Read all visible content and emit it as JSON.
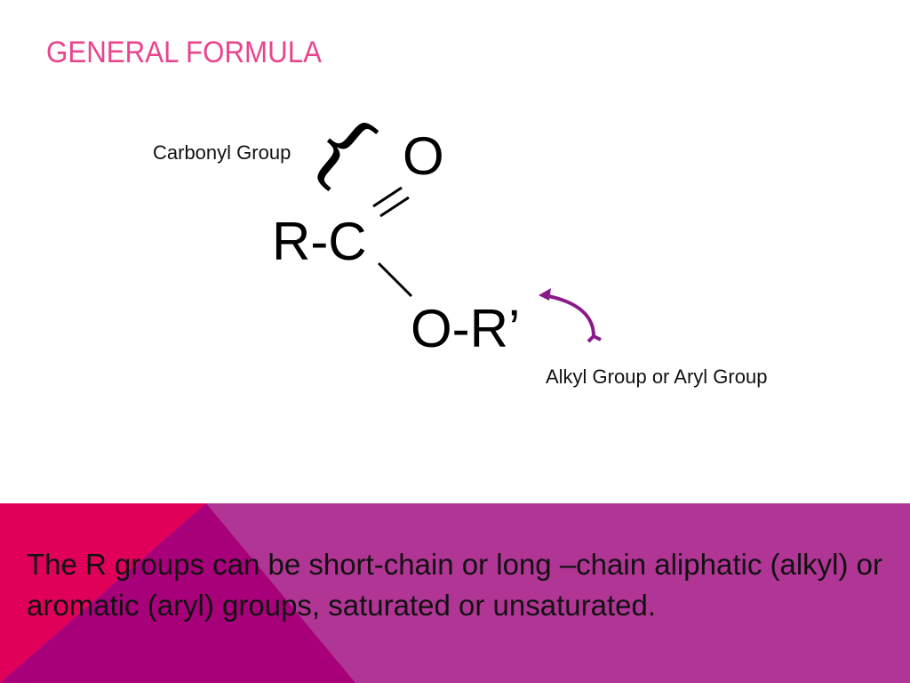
{
  "slide": {
    "title": "GENERAL FORMULA",
    "title_color": "#e8458f",
    "band_colors": {
      "left": "#e0005a",
      "mid": "#a8007a",
      "right": "#b03595"
    },
    "arrow_color": "#8b1a8b"
  },
  "diagram": {
    "carbonyl_label": "Carbonyl Group",
    "oxygen": "O",
    "rc": "R-C",
    "or": "O-R’",
    "alkyl_label": "Alkyl Group or Aryl Group",
    "brace_glyph": "{"
  },
  "body_text": "The R groups can be short-chain or long –chain aliphatic (alkyl) or aromatic (aryl) groups, saturated or unsaturated."
}
